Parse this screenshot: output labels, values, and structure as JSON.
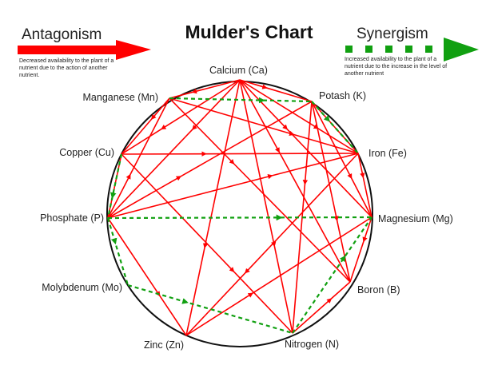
{
  "title": "Mulder's Chart",
  "legend": {
    "antagonism": {
      "label": "Antagonism",
      "description": "Decreased availability to the plant of a nutrient due to the action of another nutrient.",
      "color": "#ff0000"
    },
    "synergism": {
      "label": "Synergism",
      "description": "Increased availability to the plant of a nutrient due to the increase in the level of another nutrient",
      "color": "#11a011"
    }
  },
  "nodes": {
    "Ca": "Calcium (Ca)",
    "Mn": "Manganese (Mn)",
    "K": "Potash (K)",
    "Cu": "Copper (Cu)",
    "Fe": "Iron (Fe)",
    "P": "Phosphate (P)",
    "Mg": "Magnesium (Mg)",
    "Mo": "Molybdenum (Mo)",
    "B": "Boron (B)",
    "Zn": "Zinc (Zn)",
    "N": "Nitrogen (N)"
  },
  "antagonism_edges": [
    [
      "Ca",
      "Mn"
    ],
    [
      "Ca",
      "K"
    ],
    [
      "Ca",
      "Fe"
    ],
    [
      "Ca",
      "P"
    ],
    [
      "Ca",
      "Zn"
    ],
    [
      "Ca",
      "B"
    ],
    [
      "Ca",
      "N"
    ],
    [
      "Ca",
      "Mg"
    ],
    [
      "Ca",
      "Cu"
    ],
    [
      "Mn",
      "Cu"
    ],
    [
      "Mn",
      "Fe"
    ],
    [
      "Mn",
      "B"
    ],
    [
      "Cu",
      "P"
    ],
    [
      "Cu",
      "Fe"
    ],
    [
      "Cu",
      "N"
    ],
    [
      "P",
      "K"
    ],
    [
      "P",
      "Fe"
    ],
    [
      "P",
      "Mn"
    ],
    [
      "P",
      "Zn"
    ],
    [
      "K",
      "Fe"
    ],
    [
      "K",
      "B"
    ],
    [
      "K",
      "N"
    ],
    [
      "K",
      "Mg"
    ],
    [
      "Fe",
      "Mg"
    ],
    [
      "Fe",
      "Zn"
    ],
    [
      "Zn",
      "Mg"
    ],
    [
      "N",
      "B"
    ],
    [
      "Mg",
      "B"
    ]
  ],
  "synergism_edges": [
    [
      "Mn",
      "K"
    ],
    [
      "K",
      "Fe"
    ],
    [
      "Cu",
      "P"
    ],
    [
      "P",
      "Mo"
    ],
    [
      "P",
      "Mg"
    ],
    [
      "Mo",
      "N"
    ],
    [
      "N",
      "Mg"
    ]
  ]
}
